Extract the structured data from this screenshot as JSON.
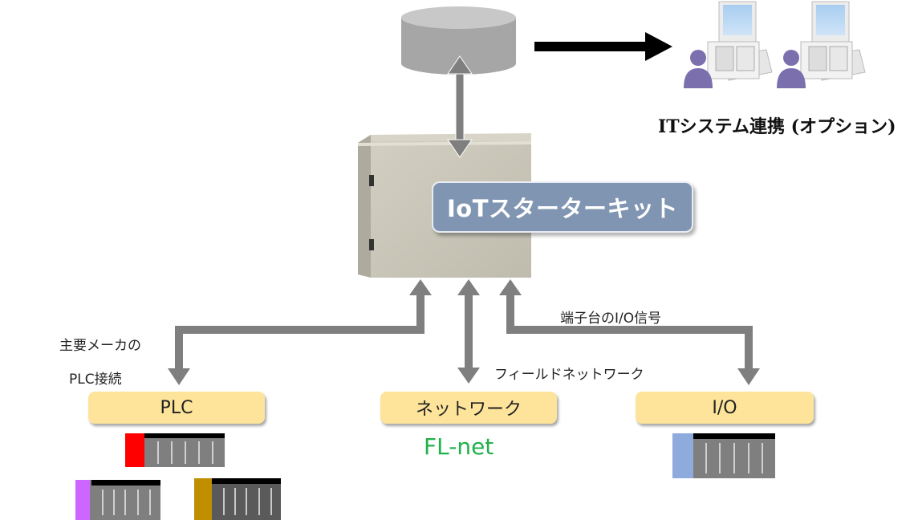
{
  "diagram": {
    "central_unit": {
      "label": "IoTスターターキット",
      "label_color": "#7f95b2"
    },
    "database": {
      "icon": "database-cylinder-icon"
    },
    "it_system": {
      "caption": "ITシステム連携 (オプション)",
      "workstation_icons": [
        "user-workstation-icon",
        "user-workstation-icon"
      ]
    },
    "connections": {
      "plc": {
        "caption_line1": "主要メーカの",
        "caption_line2": "PLC接続"
      },
      "network": {
        "caption": "フィールドネットワーク"
      },
      "io": {
        "caption": "端子台のI/O信号"
      }
    },
    "nodes": [
      {
        "id": "plc",
        "label": "PLC"
      },
      {
        "id": "network",
        "label": "ネットワーク",
        "sublabel": "FL-net",
        "sublabel_color": "#22b14c"
      },
      {
        "id": "io",
        "label": "I/O"
      }
    ],
    "plc_modules": [
      {
        "accent_color": "#ff0000"
      },
      {
        "accent_color": "#cc66ff"
      },
      {
        "accent_color": "#bf8f00"
      }
    ],
    "io_module": {
      "accent_color": "#8faadc"
    },
    "colors": {
      "arrow_gray": "#7f7f7f",
      "node_fill": "#fde49a",
      "cabinet": "#c9c6b8"
    }
  }
}
